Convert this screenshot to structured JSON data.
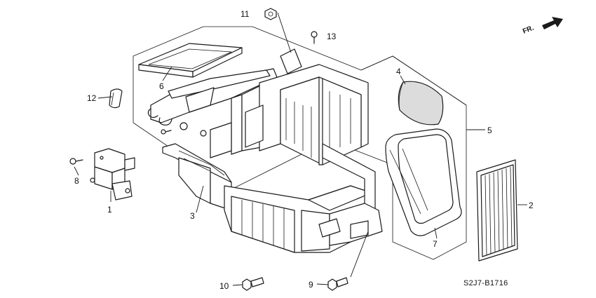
{
  "diagram_code": "S2J7-B1716",
  "front_marker": "FR.",
  "callouts": {
    "c1": "1",
    "c2": "2",
    "c3": "3",
    "c4": "4",
    "c5": "5",
    "c6": "6",
    "c7": "7",
    "c8": "8",
    "c9": "9",
    "c10": "10",
    "c11": "11",
    "c12": "12",
    "c13": "13"
  },
  "colors": {
    "line": "#1a1a1a",
    "background": "#ffffff",
    "foam": "#dcdcdc"
  }
}
